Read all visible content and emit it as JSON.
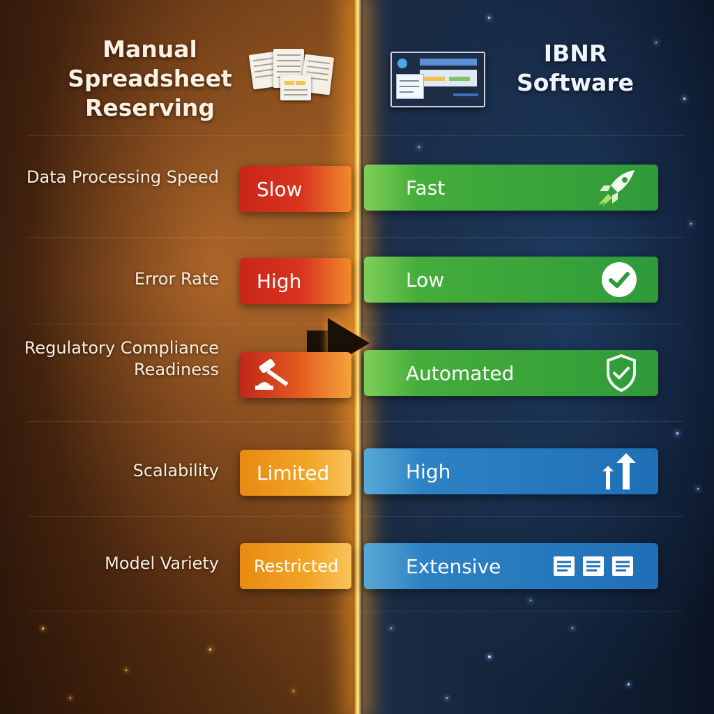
{
  "header": {
    "left_title": "Manual Spreadsheet Reserving",
    "right_title": "IBNR Software"
  },
  "rows": [
    {
      "label": "Data Processing Speed",
      "left": "Slow",
      "right": "Fast",
      "right_icon": "rocket-icon"
    },
    {
      "label": "Error Rate",
      "left": "High",
      "right": "Low",
      "right_icon": "checkmark-circle-icon"
    },
    {
      "label": "Regulatory Compliance Readiness",
      "left": "",
      "left_icon": "gavel-icon",
      "right": "Automated",
      "right_icon": "shield-check-icon"
    },
    {
      "label": "Scalability",
      "left": "Limited",
      "right": "High",
      "right_icon": "up-arrows-icon"
    },
    {
      "label": "Model Variety",
      "left": "Restricted",
      "right": "Extensive",
      "right_icon": "documents-icon"
    }
  ],
  "icons": {
    "left_header": "spreadsheet-documents-icon",
    "right_header": "software-dashboard-icon",
    "center": "right-arrow-icon"
  },
  "colors": {
    "red": "#c9261b",
    "orange": "#e98a12",
    "green": "#2f9a3a",
    "blue": "#1f6fb6",
    "divider_glow": "#ffbe3c"
  }
}
